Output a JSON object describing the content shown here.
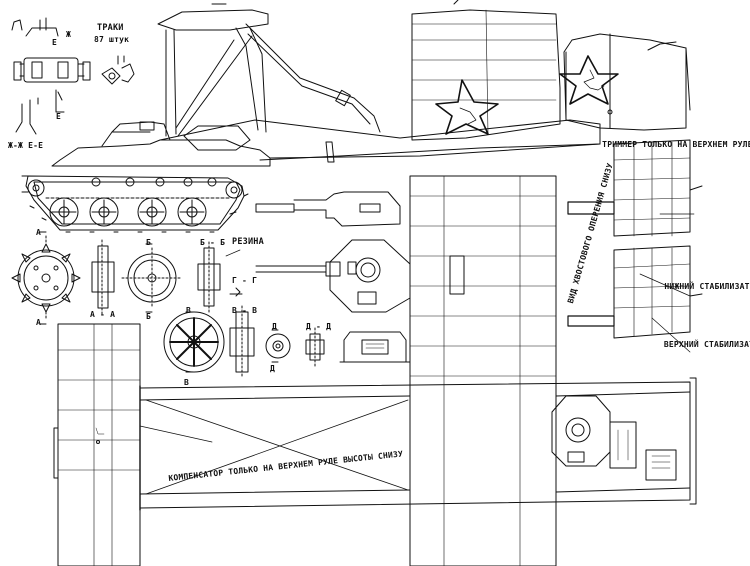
{
  "labels": {
    "tracks_title": "ТРАКИ",
    "tracks_count": "87 штук",
    "sec_zh_top": "Ж",
    "sec_e_top": "Е",
    "sec_e_bottom": "Е",
    "sec_zh_e": "Ж-Ж  Е-Е",
    "sec_a_top": "А",
    "sec_a_bottom": "А",
    "sec_aa": "А - А",
    "sec_b_top": "Б",
    "sec_b_bottom": "Б",
    "sec_bb": "Б - Б",
    "rubber": "РЕЗИНА",
    "sec_gg": "Г - Г",
    "sec_v_top": "В",
    "sec_vv": "В - В",
    "sec_v_bottom": "В",
    "sec_d_top": "Д",
    "sec_dd": "Д - Д",
    "sec_d_bottom": "Д",
    "trimmer": "ТРИММЕР\nТОЛЬКО\nНА ВЕРХНЕМ\nРУЛЕ\nПОВОРОТА",
    "tail_view": "ВИД\nХВОСТОВОГО\nОПЕРЕНИЯ\nСНИЗУ",
    "lower_stab": "НИЖНИЙ\nСТАБИЛИЗАТОР",
    "upper_stab": "ВЕРХНИЙ\nСТАБИЛИЗАТОР",
    "compensator": "КОМПЕНСАТОР\nТОЛЬКО НА ВЕРХНЕМ РУЛЕ\nВЫСОТЫ СНИЗУ"
  }
}
